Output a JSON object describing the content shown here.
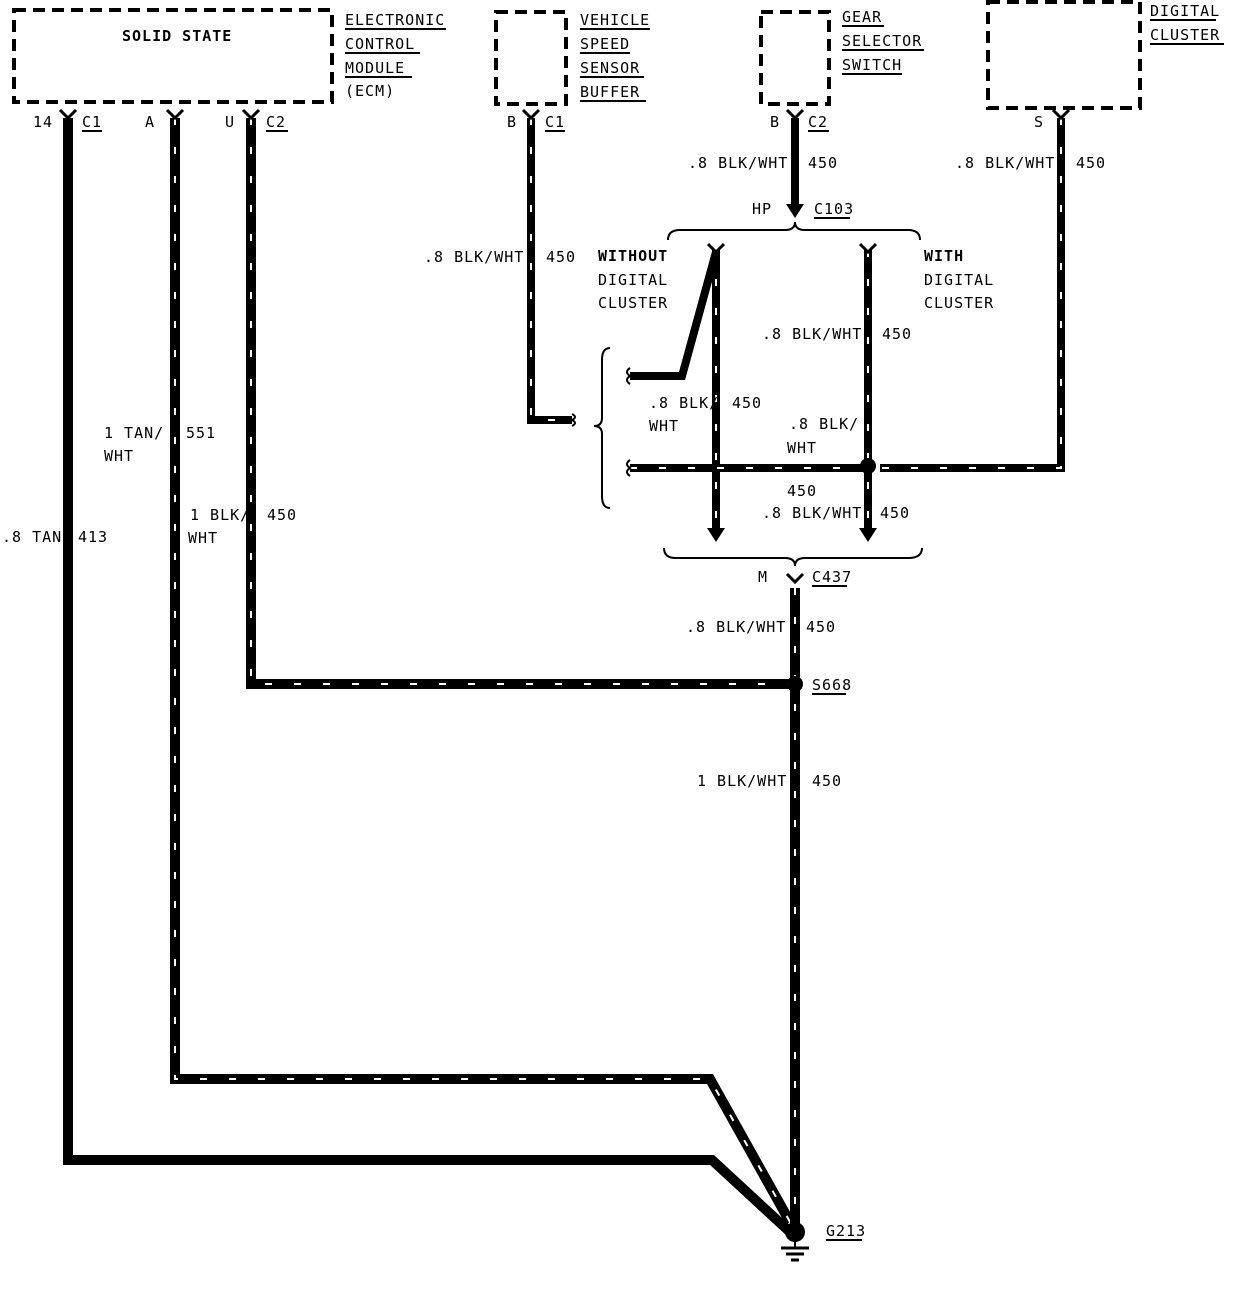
{
  "components": {
    "ecm": {
      "inner": "SOLID STATE",
      "name": [
        "ELECTRONIC",
        "CONTROL",
        "MODULE",
        "(ECM)"
      ]
    },
    "vss": {
      "name": [
        "VEHICLE",
        "SPEED",
        "SENSOR",
        "BUFFER"
      ]
    },
    "gear": {
      "name": [
        "GEAR",
        "SELECTOR",
        "SWITCH"
      ]
    },
    "digital": {
      "name": [
        "DIGITAL",
        "CLUSTER"
      ]
    }
  },
  "pins": {
    "ecm_14": "14",
    "ecm_c1": "C1",
    "ecm_a": "A",
    "ecm_u": "U",
    "ecm_c2": "C2",
    "vss_b": "B",
    "vss_c1": "C1",
    "gear_b": "B",
    "gear_c2": "C2",
    "digital_s": "S"
  },
  "connectors": {
    "c103_pin": "HP",
    "c103": "C103",
    "c437_pin": "M",
    "c437": "C437",
    "s668": "S668",
    "g213": "G213"
  },
  "options": {
    "without": [
      "WITHOUT",
      "DIGITAL",
      "CLUSTER"
    ],
    "with": [
      "WITH",
      "DIGITAL",
      "CLUSTER"
    ]
  },
  "wire_labels": {
    "w413_gauge": ".8 TAN",
    "w413_circuit": "413",
    "w551_gauge": [
      "1 TAN/",
      "WHT"
    ],
    "w551_circuit": "551",
    "w450u_gauge": [
      "1 BLK/",
      "WHT"
    ],
    "w450u_circuit": "450",
    "vss_gauge": ".8 BLK/WHT",
    "vss_circuit": "450",
    "gear_gauge": ".8 BLK/WHT",
    "gear_circuit": "450",
    "dig_gauge": ".8 BLK/WHT",
    "dig_circuit": "450",
    "with_upper_gauge": ".8 BLK/WHT",
    "with_upper_circuit": "450",
    "without_gauge": [
      ".8 BLK/",
      "WHT"
    ],
    "without_circuit": "450",
    "with_mid_gauge": [
      ".8 BLK/",
      "WHT"
    ],
    "with_lower_circuit_a": "450",
    "with_lower_gauge": ".8 BLK/WHT",
    "with_lower_circuit_b": "450",
    "c437_gauge": ".8 BLK/WHT",
    "c437_circuit": "450",
    "ground_gauge": "1 BLK/WHT",
    "ground_circuit": "450"
  }
}
